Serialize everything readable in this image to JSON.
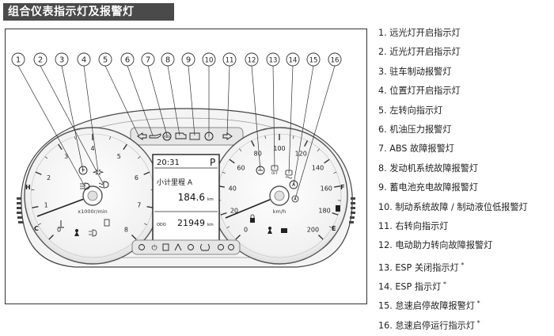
{
  "title": "组合仪表指示灯及报警灯",
  "callouts": [
    "1",
    "2",
    "3",
    "4",
    "5",
    "6",
    "7",
    "8",
    "9",
    "10",
    "11",
    "12",
    "13",
    "14",
    "15",
    "16"
  ],
  "legend": [
    {
      "num": "1.",
      "text": "远光灯开启指示灯",
      "mark": ""
    },
    {
      "num": "2.",
      "text": "近光灯开启指示灯",
      "mark": ""
    },
    {
      "num": "3.",
      "text": "驻车制动报警灯",
      "mark": ""
    },
    {
      "num": "4.",
      "text": "位置灯开启指示灯",
      "mark": ""
    },
    {
      "num": "5.",
      "text": "左转向指示灯",
      "mark": ""
    },
    {
      "num": "6.",
      "text": "机油压力报警灯",
      "mark": ""
    },
    {
      "num": "7.",
      "text": "ABS 故障报警灯",
      "mark": ""
    },
    {
      "num": "8.",
      "text": "发动机系统故障报警灯",
      "mark": ""
    },
    {
      "num": "9.",
      "text": "蓄电池充电故障报警灯",
      "mark": ""
    },
    {
      "num": "10.",
      "text": "制动系统故障 / 制动液位低报警灯",
      "mark": ""
    },
    {
      "num": "11.",
      "text": "右转向指示灯",
      "mark": ""
    },
    {
      "num": "12.",
      "text": "电动助力转向故障报警灯",
      "mark": ""
    },
    {
      "num": "13.",
      "text": "ESP 关闭指示灯",
      "mark": "*"
    },
    {
      "num": "14.",
      "text": "ESP 指示灯",
      "mark": "*"
    },
    {
      "num": "15.",
      "text": "怠速启停故障报警灯",
      "mark": "*"
    },
    {
      "num": "16.",
      "text": "怠速启停运行指示灯",
      "mark": "*"
    }
  ],
  "tacho": {
    "ticks": [
      "0",
      "1",
      "2",
      "3",
      "4",
      "5",
      "6",
      "7",
      "8"
    ],
    "unit": "x1000r/min",
    "temp_high": "H",
    "temp_low": "C"
  },
  "speedo": {
    "ticks": [
      "0",
      "20",
      "40",
      "60",
      "80",
      "100",
      "120",
      "140",
      "160",
      "180",
      "200"
    ],
    "unit": "km/h",
    "fuel_full": "F",
    "fuel_empty": "E"
  },
  "display": {
    "clock": "20:31",
    "gear": "P",
    "trip_label": "小计里程 A",
    "trip_value": "184.6",
    "trip_unit": "km",
    "odo_label": "ODO",
    "odo_value": "21949",
    "odo_unit": "km"
  },
  "top_bar_icons": [
    "left-turn-icon",
    "oil-pressure-icon",
    "abs-icon",
    "engine-check-icon",
    "battery-icon",
    "brake-warning-icon",
    "right-turn-icon"
  ],
  "bottom_bar_icons": [
    "airbag-icon",
    "power-icon",
    "seat-belt-icon",
    "door-open-icon",
    "esc-icon",
    "tire-pressure-icon",
    "lamp-icon"
  ]
}
